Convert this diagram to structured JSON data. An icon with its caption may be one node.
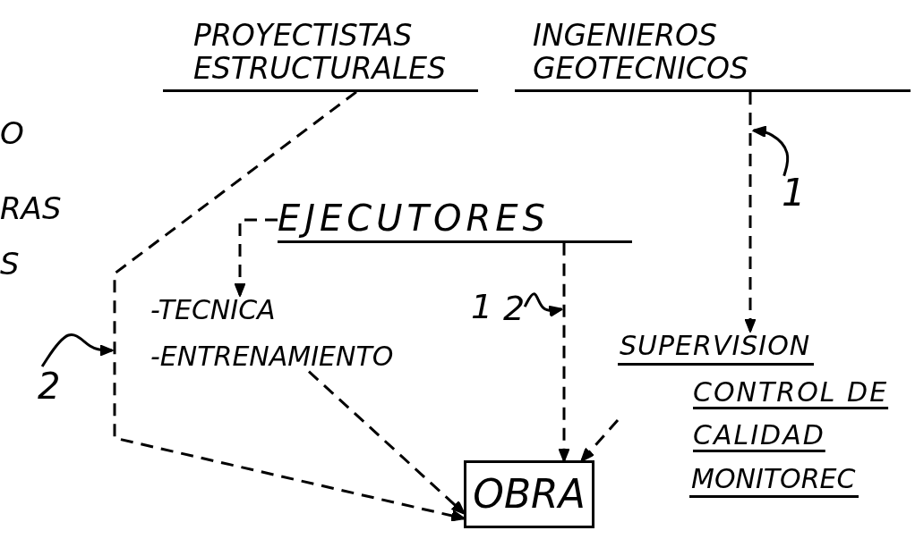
{
  "diagram": {
    "nodes": [
      {
        "text": [
          "PROYECTISTAS ESTRUCTURALES"
        ]
      },
      {
        "text": [
          "INGENIEROS GEOTECNICOS"
        ]
      },
      {
        "text": [
          "EJECUTORES"
        ]
      },
      {
        "text": [
          "-TECNICA"
        ]
      },
      {
        "text": [
          "-ENTRENAMIENTO"
        ]
      },
      {
        "text": [
          "SUPERVISION",
          "CONTROL DE CALIDAD",
          "MONITOREC"
        ]
      },
      {
        "text": [
          "OBRA"
        ]
      },
      {
        "text": [
          "1"
        ]
      },
      {
        "text": [
          "2"
        ]
      },
      {
        "text": [
          "2"
        ]
      }
    ],
    "edges": [
      {
        "from": 0,
        "to": 6,
        "arrow": "to",
        "style": "dashed"
      },
      {
        "from": 1,
        "to": 5,
        "arrow": "to",
        "style": "dashed"
      },
      {
        "from": 2,
        "to": 3,
        "arrow": "to",
        "style": "dashed"
      },
      {
        "from": 2,
        "to": 6,
        "arrow": "to",
        "style": "dashed"
      },
      {
        "from": 4,
        "to": 6,
        "arrow": "to",
        "style": "dashed"
      },
      {
        "from": 5,
        "to": 6,
        "arrow": "to",
        "style": "dashed"
      },
      {
        "from": 7,
        "to": null,
        "arrow": "to"
      },
      {
        "from": 8,
        "to": null,
        "arrow": "to"
      },
      {
        "from": 9,
        "to": null,
        "arrow": "to"
      }
    ],
    "labels": [
      "O",
      "RAS",
      "S",
      "1"
    ]
  }
}
